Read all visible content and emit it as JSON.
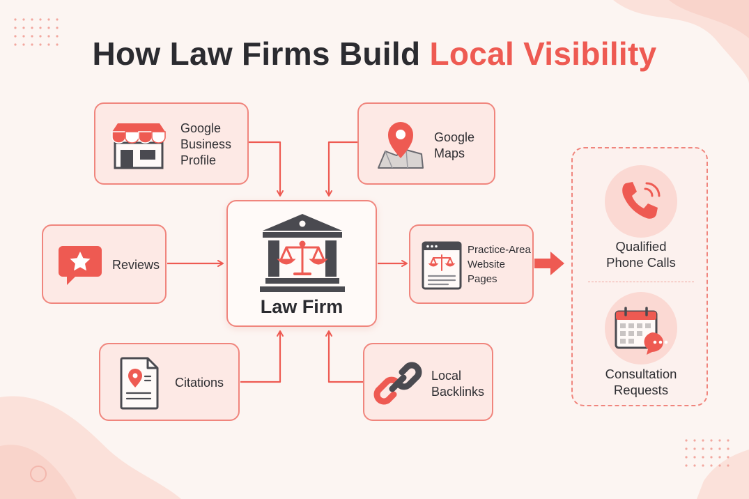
{
  "title": {
    "prefix": "How Law Firms Build",
    "accent": "Local Visibility"
  },
  "nodes": {
    "gbp": {
      "label_lines": [
        "Google",
        "Business",
        "Profile"
      ]
    },
    "maps": {
      "label_lines": [
        "Google",
        "Maps"
      ]
    },
    "reviews": {
      "label": "Reviews"
    },
    "practice": {
      "label_lines": [
        "Practice-Area",
        "Website",
        "Pages"
      ]
    },
    "citations": {
      "label": "Citations"
    },
    "backlinks": {
      "label_lines": [
        "Local",
        "Backlinks"
      ]
    }
  },
  "center": {
    "label": "Law Firm"
  },
  "outcomes": {
    "calls": {
      "label_lines": [
        "Qualified",
        "Phone Calls"
      ]
    },
    "consults": {
      "label_lines": [
        "Consultation",
        "Requests"
      ]
    }
  },
  "colors": {
    "accent": "#ee5a52",
    "border": "#f0857d",
    "card_fill": "#fde9e5",
    "icon_dark": "#4a4a50"
  },
  "icons": [
    "storefront-icon",
    "map-pin-icon",
    "review-star-icon",
    "bank-building-icon",
    "scales-icon",
    "webpage-icon",
    "document-pin-icon",
    "chain-link-icon",
    "phone-icon",
    "calendar-chat-icon"
  ]
}
